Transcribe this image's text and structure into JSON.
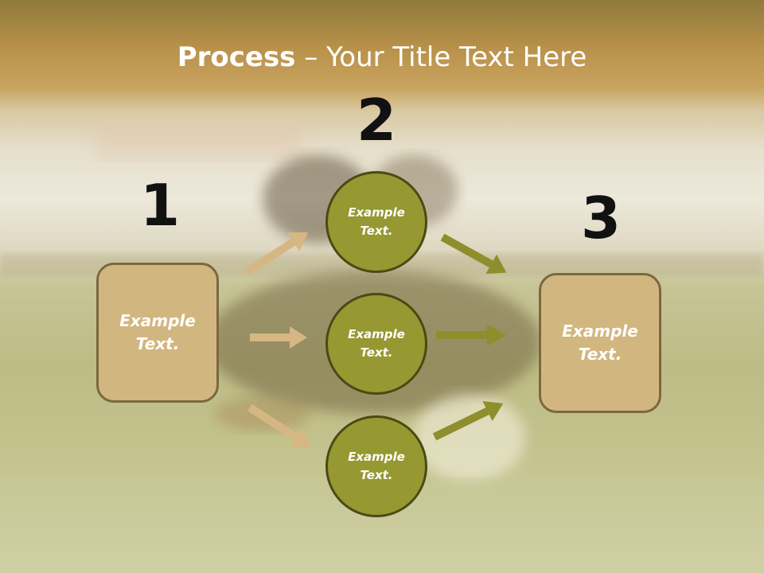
{
  "title": {
    "bold": "Process",
    "rest": " – Your Title Text Here"
  },
  "steps": [
    {
      "number": "1",
      "text_line1": "Example",
      "text_line2": "Text."
    },
    {
      "number": "2"
    },
    {
      "number": "3",
      "text_line1": "Example",
      "text_line2": "Text."
    }
  ],
  "circles": [
    {
      "text_line1": "Example",
      "text_line2": "Text."
    },
    {
      "text_line1": "Example",
      "text_line2": "Text."
    },
    {
      "text_line1": "Example",
      "text_line2": "Text."
    }
  ],
  "colors": {
    "box_fill": "#d2b67f",
    "box_border": "#7b6841",
    "circle_fill": "#969832",
    "circle_border": "#4a4a14",
    "left_arrow": "#d6b783",
    "right_arrow": "#8e8f2c"
  }
}
